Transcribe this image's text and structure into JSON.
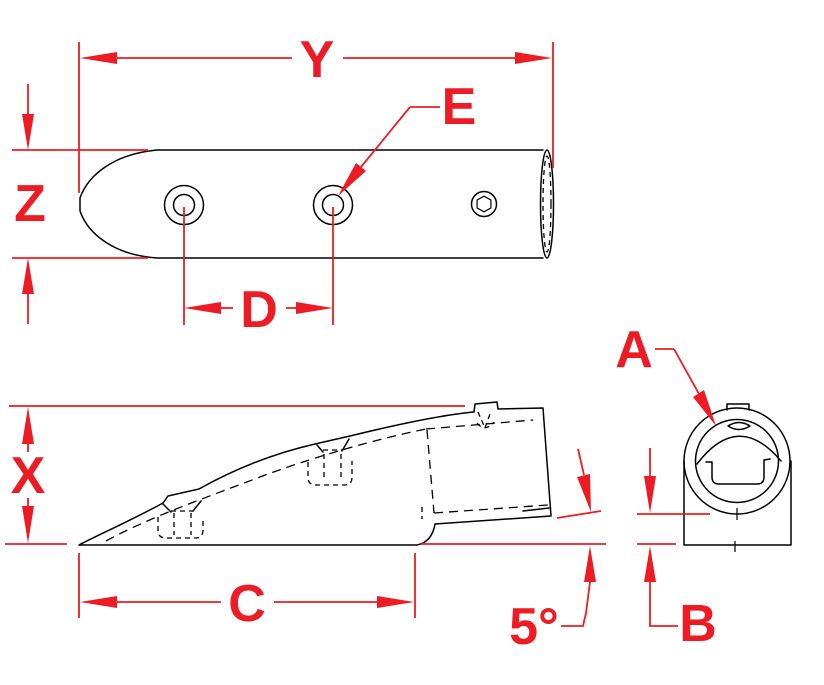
{
  "drawing": {
    "background_color": "#ffffff",
    "outline_color": "#000000",
    "dimension_color": "#ed1c24",
    "labels": {
      "y": "Y",
      "z": "Z",
      "e": "E",
      "d": "D",
      "x": "X",
      "c": "C",
      "a": "A",
      "b": "B",
      "angle": "5°"
    }
  }
}
